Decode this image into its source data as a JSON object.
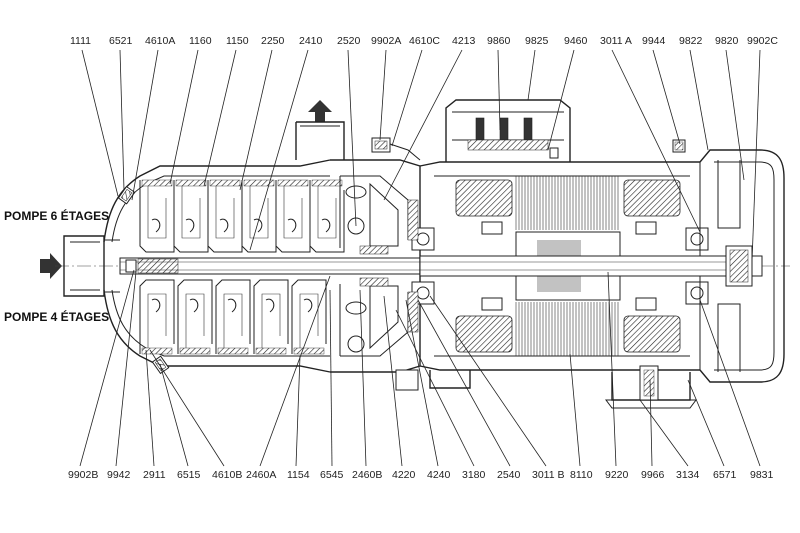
{
  "side_labels": {
    "top": "POMPE 6 ÉTAGES",
    "bottom": "POMPE 4 ÉTAGES"
  },
  "top_callouts": [
    "1111",
    "6521",
    "4610A",
    "1160",
    "1150",
    "2250",
    "2410",
    "2520",
    "9902A",
    "4610C",
    "4213",
    "9860",
    "9825",
    "9460",
    "3011 A",
    "9944",
    "9822",
    "9820",
    "9902C"
  ],
  "bottom_callouts": [
    "9902B",
    "9942",
    "2911",
    "6515",
    "4610B",
    "2460A",
    "1154",
    "6545",
    "2460B",
    "4220",
    "4240",
    "3180",
    "2540",
    "3011 B",
    "8110",
    "9220",
    "9966",
    "3134",
    "6571",
    "9831"
  ]
}
